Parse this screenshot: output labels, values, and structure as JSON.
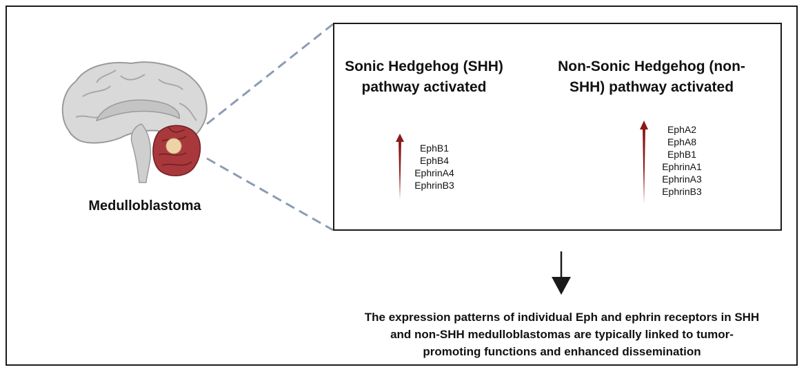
{
  "brain": {
    "label": "Medulloblastoma",
    "colors": {
      "cerebrum": "#d9d9d9",
      "cerebrum_outline": "#9a9a9a",
      "tumor": "#a8383c",
      "tumor_core": "#f0d2a8",
      "brainstem": "#cfcfcf"
    }
  },
  "shh": {
    "title_line1": "Sonic Hedgehog (SHH)",
    "title_line2": "pathway activated",
    "genes": [
      "EphB1",
      "EphB4",
      "EphrinA4",
      "EphrinB3"
    ]
  },
  "non_shh": {
    "title_line1": "Non-Sonic Hedgehog (non-",
    "title_line2": "SHH) pathway activated",
    "genes": [
      "EphA2",
      "EphA8",
      "EphB1",
      "EphrinA1",
      "EphrinA3",
      "EphrinB3"
    ]
  },
  "conclusion": {
    "line1": "The expression patterns of individual Eph and ephrin receptors in SHH",
    "line2": "and non-SHH medulloblastomas are typically linked to tumor-",
    "line3": "promoting functions and enhanced dissemination"
  },
  "colors": {
    "up_arrow": "#8b1a1a",
    "down_arrow": "#1a1a1a",
    "dashed_line": "#8a9bb5"
  }
}
